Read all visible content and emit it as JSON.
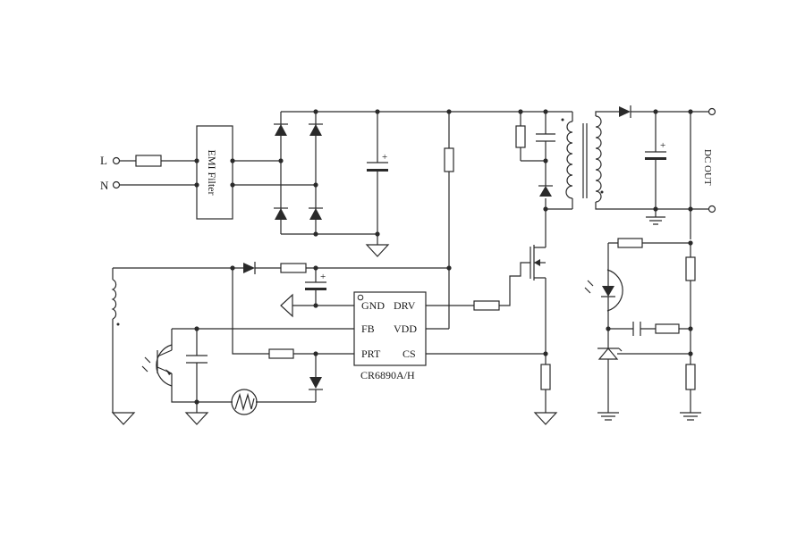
{
  "inputs": {
    "line": "L",
    "neutral": "N"
  },
  "emi_filter": {
    "label": "EMI Filter"
  },
  "ic": {
    "part": "CR6890A/H",
    "pins": {
      "gnd": "GND",
      "drv": "DRV",
      "fb": "FB",
      "vdd": "VDD",
      "prt": "PRT",
      "cs": "CS"
    }
  },
  "output": {
    "label": "DC OUT"
  },
  "symbols": {
    "plus": "+"
  }
}
